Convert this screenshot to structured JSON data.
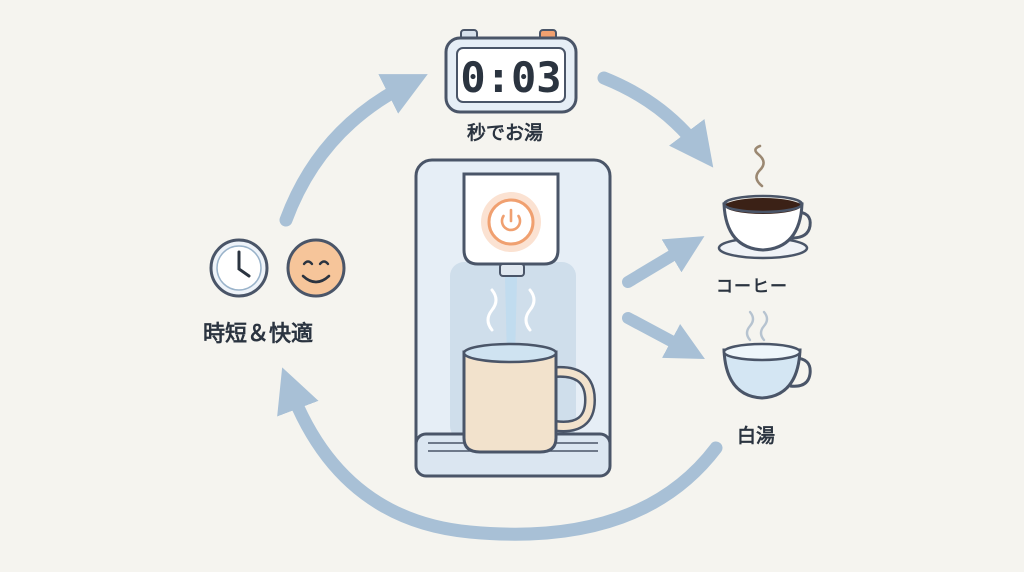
{
  "timer": {
    "display": "0:03"
  },
  "labels": {
    "seconds_hot_water": "秒でお湯",
    "benefit": "時短＆快適",
    "coffee": "コーヒー",
    "hot_water": "白湯"
  },
  "icons": [
    "clock-icon",
    "smile-icon",
    "power-icon",
    "coffee-cup-icon",
    "water-cup-icon",
    "steam-icon"
  ],
  "colors": {
    "background": "#f5f4ef",
    "cycle_arrow": "#a8c0d6",
    "outline": "#4a5568",
    "dispenser_body": "#e6eef6",
    "accent_orange": "#f0a070",
    "mug": "#f2e2cc",
    "coffee": "#3b2116",
    "water": "#d4e6f3"
  }
}
